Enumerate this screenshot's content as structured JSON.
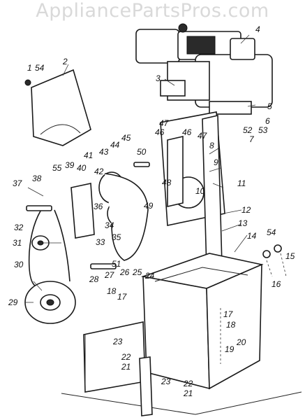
{
  "watermark": "AppliancePartsPros.com",
  "callouts": [
    "1",
    "2",
    "3",
    "4",
    "5",
    "6",
    "7",
    "8",
    "9",
    "10",
    "11",
    "12",
    "13",
    "14",
    "15",
    "16",
    "17",
    "18",
    "19",
    "20",
    "21",
    "22",
    "23",
    "24",
    "25",
    "26",
    "27",
    "28",
    "29",
    "30",
    "31",
    "32",
    "33",
    "34",
    "35",
    "36",
    "37",
    "38",
    "39",
    "40",
    "41",
    "42",
    "43",
    "44",
    "45",
    "46",
    "47",
    "48",
    "49",
    "50",
    "51",
    "52",
    "53",
    "54",
    "55"
  ],
  "colors": {
    "ink": "#1a1a1a",
    "watermark": "#d9d9d9",
    "paper": "#ffffff"
  }
}
